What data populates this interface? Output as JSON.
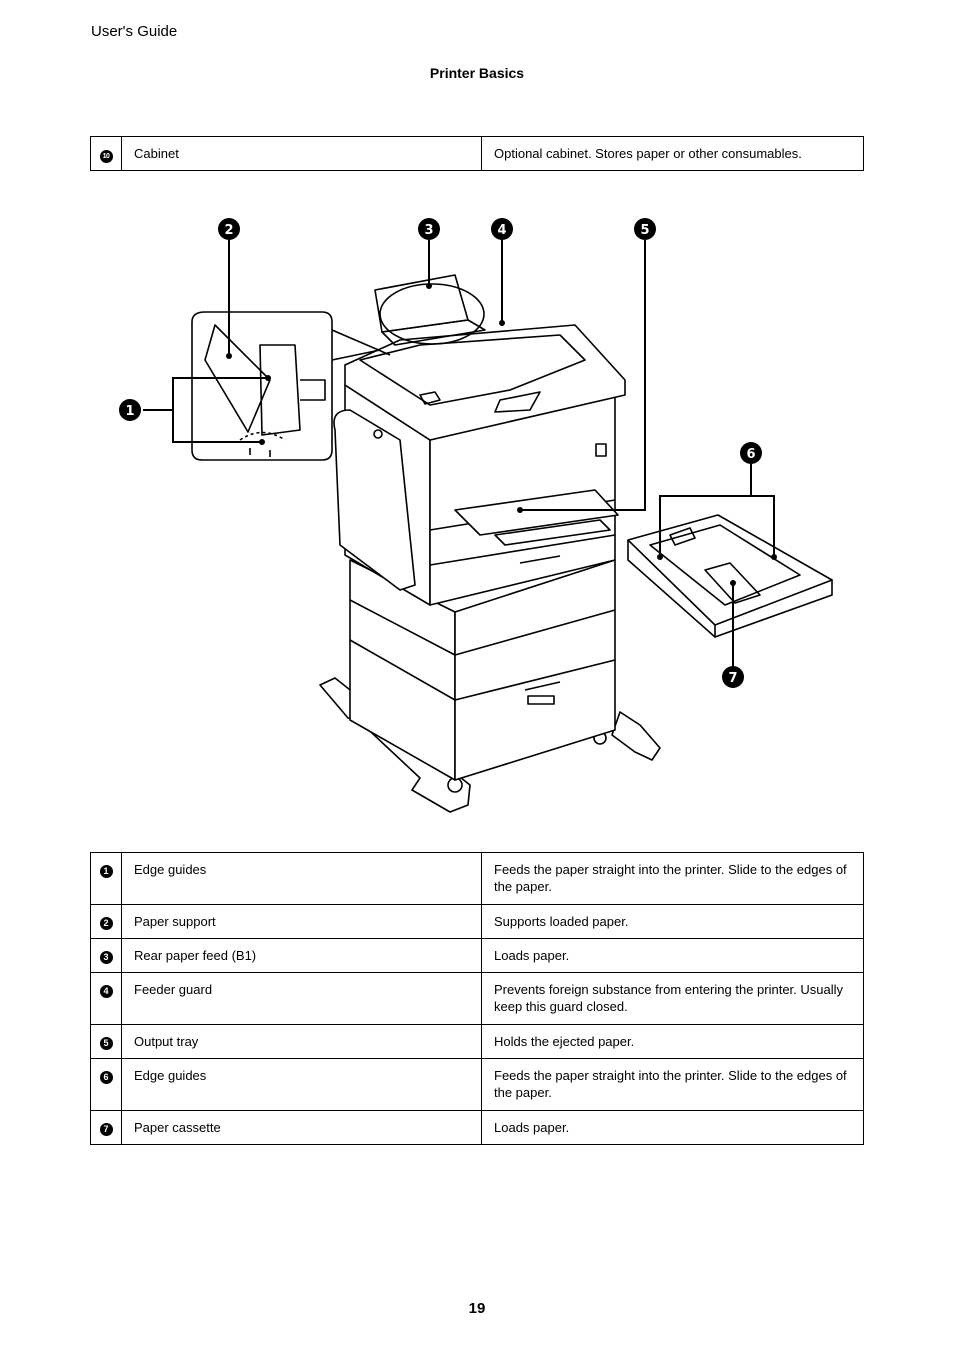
{
  "header": {
    "doc_title": "User's Guide",
    "section": "Printer Basics"
  },
  "top_table": [
    {
      "num": "10",
      "name": "Cabinet",
      "desc": "Optional cabinet. Stores paper or other consumables."
    }
  ],
  "callouts": [
    "1",
    "2",
    "3",
    "4",
    "5",
    "6",
    "7"
  ],
  "parts": [
    {
      "num": "1",
      "name": "Edge guides",
      "desc": "Feeds the paper straight into the printer. Slide to the edges of the paper."
    },
    {
      "num": "2",
      "name": "Paper support",
      "desc": "Supports loaded paper."
    },
    {
      "num": "3",
      "name": "Rear paper feed (B1)",
      "desc": "Loads paper."
    },
    {
      "num": "4",
      "name": "Feeder guard",
      "desc": "Prevents foreign substance from entering the printer. Usually keep this guard closed."
    },
    {
      "num": "5",
      "name": "Output tray",
      "desc": "Holds the ejected paper."
    },
    {
      "num": "6",
      "name": "Edge guides",
      "desc": "Feeds the paper straight into the printer. Slide to the edges of the paper."
    },
    {
      "num": "7",
      "name": "Paper cassette",
      "desc": "Loads paper."
    }
  ],
  "footer": {
    "page_number": "19"
  }
}
